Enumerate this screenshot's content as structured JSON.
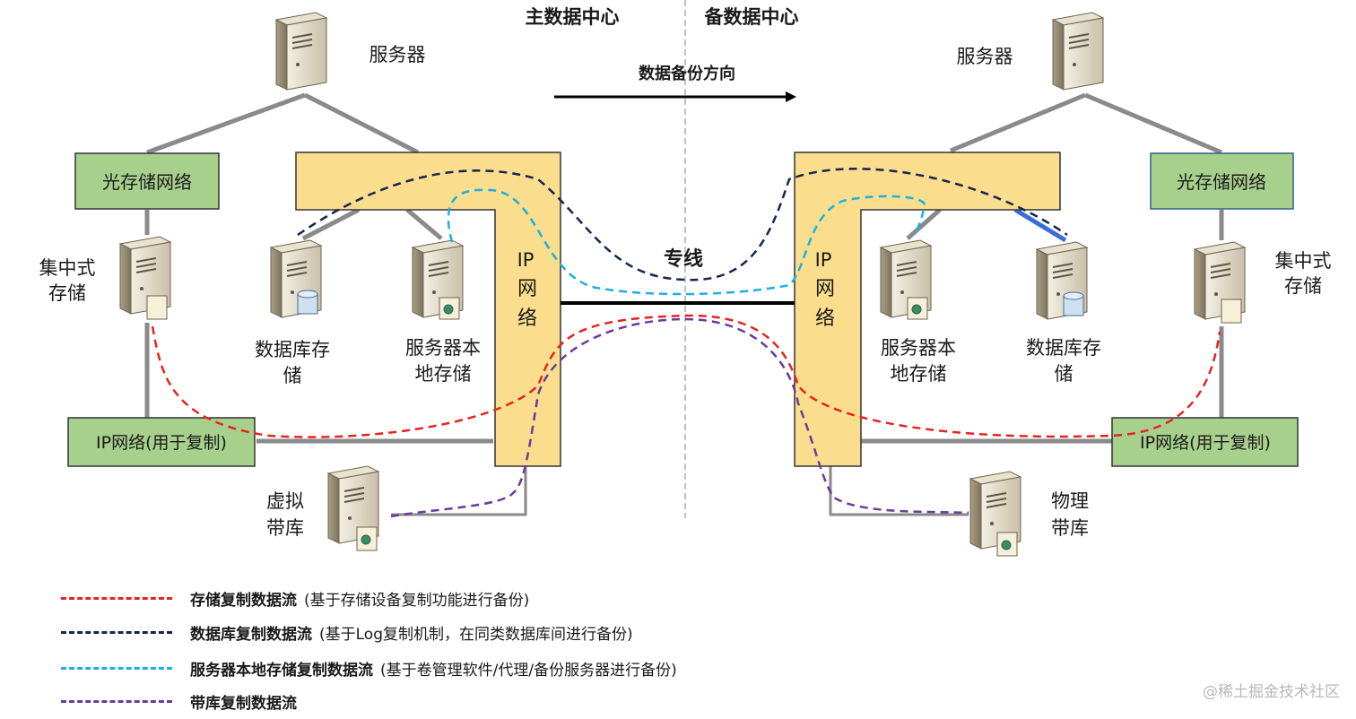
{
  "header": {
    "primary_dc": "主数据中心",
    "backup_dc": "备数据中心",
    "direction": "数据备份方向"
  },
  "left": {
    "server": "服务器",
    "optical_net": "光存储网络",
    "central_storage": [
      "集中式",
      "存储"
    ],
    "db_storage": [
      "数据库存",
      "储"
    ],
    "local_storage": [
      "服务器本",
      "地存储"
    ],
    "ip_net": [
      "IP",
      "网",
      "络"
    ],
    "ip_replication": "IP网络(用于复制)",
    "tape": [
      "虚拟",
      "带库"
    ]
  },
  "right": {
    "server": "服务器",
    "optical_net": "光存储网络",
    "central_storage": [
      "集中式",
      "存储"
    ],
    "db_storage": [
      "数据库存",
      "储"
    ],
    "local_storage": [
      "服务器本",
      "地存储"
    ],
    "ip_net": [
      "IP",
      "网",
      "络"
    ],
    "ip_replication": "IP网络(用于复制)",
    "tape": [
      "物理",
      "带库"
    ]
  },
  "dedicated_line": "专线",
  "colors": {
    "storage_flow": "#e52421",
    "db_flow": "#16254f",
    "local_flow": "#1cb0e0",
    "tape_flow": "#6a3a9c",
    "ip_block": "#fbde8d",
    "net_box": "#a8d08d"
  },
  "legend": [
    {
      "title": "存储复制数据流",
      "desc": "(基于存储设备复制功能进行备份)",
      "color": "#e52421"
    },
    {
      "title": "数据库复制数据流",
      "desc": "(基于Log复制机制，在同类数据库间进行备份)",
      "color": "#16254f"
    },
    {
      "title": "服务器本地存储复制数据流",
      "desc": "(基于卷管理软件/代理/备份服务器进行备份)",
      "color": "#1cb0e0"
    },
    {
      "title": "带库复制数据流",
      "desc": "",
      "color": "#6a3a9c"
    }
  ],
  "watermark": "@稀土掘金技术社区"
}
